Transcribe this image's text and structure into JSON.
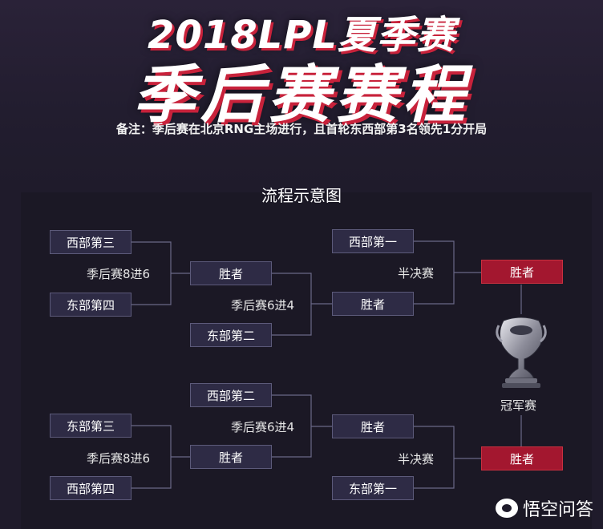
{
  "header": {
    "title_line1": "2018LPL夏季赛",
    "title_line2": "季后赛赛程",
    "note": "备注：季后赛在北京RNG主场进行，且首轮东西部第3名领先1分开局"
  },
  "panel": {
    "title": "流程示意图"
  },
  "bracket": {
    "top": {
      "r1_team_a": "西部第三",
      "r1_team_b": "东部第四",
      "r1_label": "季后赛8进6",
      "r2_winner": "胜者",
      "r2_team": "东部第二",
      "r2_label": "季后赛6进4",
      "sf_team": "西部第一",
      "sf_winner_in": "胜者",
      "sf_label": "半决赛",
      "final_slot": "胜者"
    },
    "bottom": {
      "r1_team_a": "东部第三",
      "r1_team_b": "西部第四",
      "r1_label": "季后赛8进6",
      "r2_team": "西部第二",
      "r2_winner": "胜者",
      "r2_label": "季后赛6进4",
      "sf_winner_in": "胜者",
      "sf_team": "东部第一",
      "sf_label": "半决赛",
      "final_slot": "胜者"
    },
    "final_label": "冠军赛"
  },
  "colors": {
    "background": "#1f1b2b",
    "box": "#2e2b45",
    "box_border": "#5c5a7a",
    "winner_red": "#a3172f",
    "title_accent": "#c8223b",
    "line": "#6a6888"
  },
  "watermark": {
    "icon": "wukong-logo-icon",
    "text": "悟空问答"
  }
}
